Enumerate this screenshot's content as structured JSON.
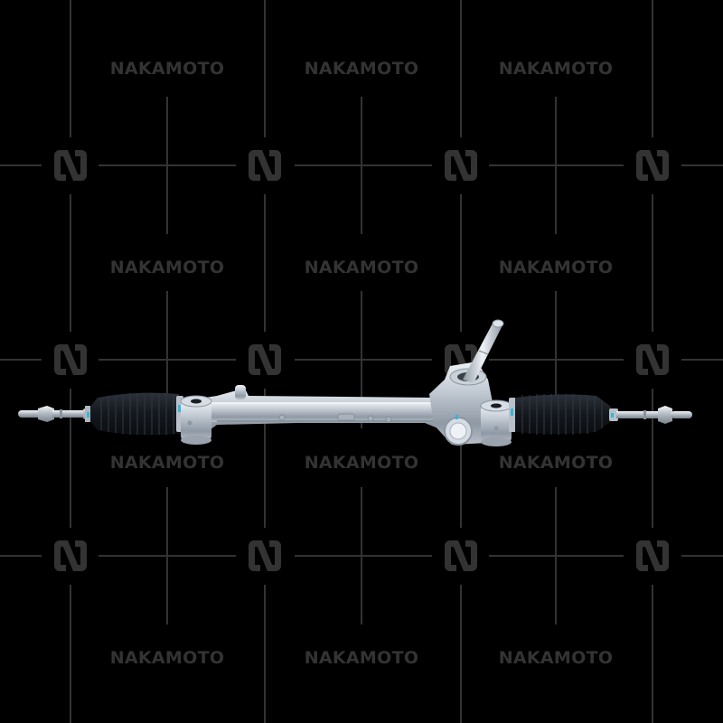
{
  "watermark": {
    "brand_text": "NAKAMOTO",
    "logo_letter": "N",
    "color": "#333333",
    "background": "#000000",
    "logo_columns_x": [
      78,
      293,
      510,
      722
    ],
    "logo_rows_y": [
      183,
      398,
      615
    ],
    "text_columns_x": [
      185,
      400,
      615
    ],
    "text_rows_y": [
      76,
      296,
      512,
      728
    ],
    "texts": [
      {
        "label": "NAKAMOTO"
      },
      {
        "label": "NAKAMOTO"
      },
      {
        "label": "NAKAMOTO"
      },
      {
        "label": "NAKAMOTO"
      },
      {
        "label": "NAKAMOTO"
      },
      {
        "label": "NAKAMOTO"
      },
      {
        "label": "NAKAMOTO"
      },
      {
        "label": "NAKAMOTO"
      },
      {
        "label": "NAKAMOTO"
      },
      {
        "label": "NAKAMOTO"
      },
      {
        "label": "NAKAMOTO"
      },
      {
        "label": "NAKAMOTO"
      }
    ]
  },
  "product": {
    "name": "steering rack",
    "colors": {
      "housing": "#b9c2cc",
      "housing_shadow": "#7d8793",
      "housing_highlight": "#e6ebf0",
      "boot": "#15181d",
      "boot_ridge": "#2a2f37",
      "clamp_accent": "#35b6d6"
    }
  }
}
